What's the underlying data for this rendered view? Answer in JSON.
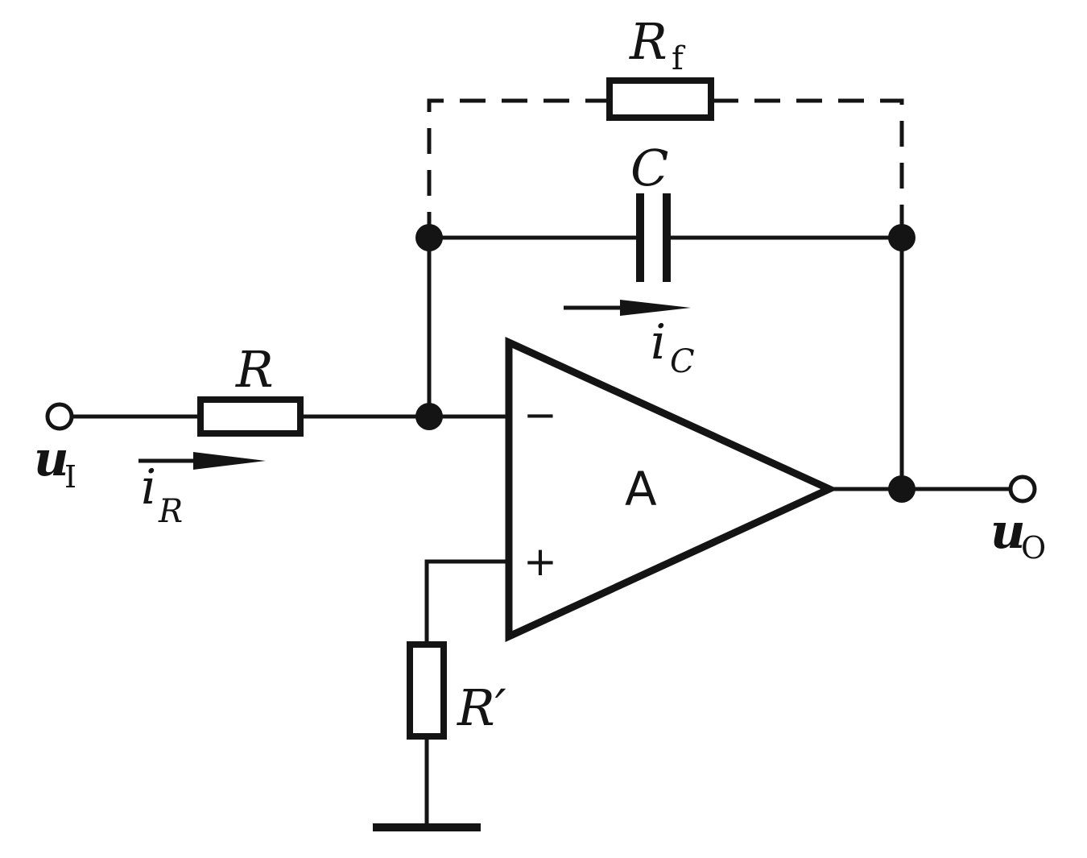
{
  "labels": {
    "rf_main": "R",
    "rf_sub": "f",
    "c": "C",
    "r": "R",
    "r_prime": "R′",
    "ic_main": "i",
    "ic_sub": "C",
    "ir_main": "i",
    "ir_sub": "R",
    "ui_main": "u",
    "ui_sub": "I",
    "uo_main": "u",
    "uo_sub": "O",
    "opamp": "A",
    "minus": "−",
    "plus": "+"
  },
  "colors": {
    "ink": "#141414",
    "background": "#ffffff"
  }
}
